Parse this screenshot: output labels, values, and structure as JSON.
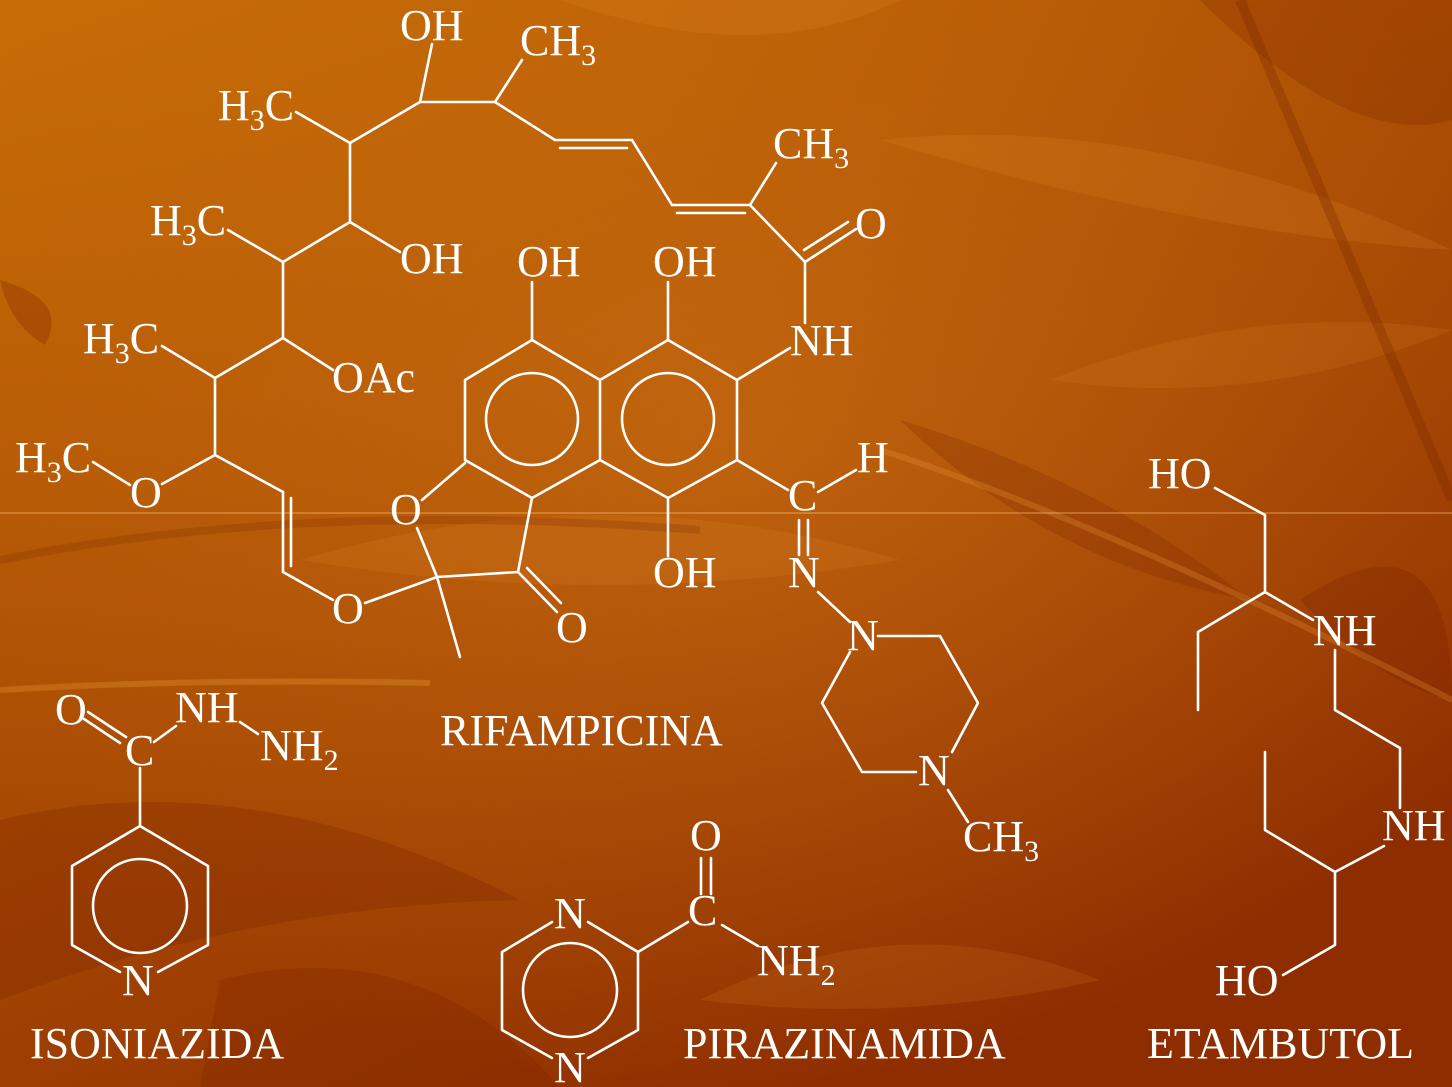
{
  "colors": {
    "background_light": "#c86d06",
    "background_dark": "#8e2d00",
    "ink": "#ffffff"
  },
  "rifampicina": {
    "name": "RIFAMPICINA",
    "oh_top": "OH",
    "ch3_top": {
      "pre": "CH",
      "sub": "3"
    },
    "h3c_upper": {
      "pre": "H",
      "sub": "3",
      "post": "C"
    },
    "ch3_diene": {
      "pre": "CH",
      "sub": "3"
    },
    "h3c_middle": {
      "pre": "H",
      "sub": "3",
      "post": "C"
    },
    "o_amide": "O",
    "oh_chain": "OH",
    "oh_ring_left": "OH",
    "oh_ring_right": "OH",
    "h3c_lower": {
      "pre": "H",
      "sub": "3",
      "post": "C"
    },
    "nh_amide": "NH",
    "oac": "OAc",
    "h3c_methoxy": {
      "pre": "H",
      "sub": "3",
      "post": "C"
    },
    "o_methoxy": "O",
    "h_imine": "H",
    "o_furan": "O",
    "c_imine": "C",
    "oh_ring_bottom": "OH",
    "n_imine": "N",
    "o_ether": "O",
    "o_ketone": "O",
    "n_piperazine_top": "N",
    "n_piperazine_bottom": "N",
    "ch3_piperazine": {
      "pre": "CH",
      "sub": "3"
    }
  },
  "isoniazida": {
    "name": "ISONIAZIDA",
    "o_carbonyl": "O",
    "nh": "NH",
    "nh2": {
      "pre": "NH",
      "sub": "2"
    },
    "c_carbonyl": "C",
    "n_ring": "N"
  },
  "pirazinamida": {
    "name": "PIRAZINAMIDA",
    "o_carbonyl": "O",
    "c_carbonyl": "C",
    "nh2": {
      "pre": "NH",
      "sub": "2"
    },
    "n_ring_top": "N",
    "n_ring_bottom": "N"
  },
  "etambutol": {
    "name": "ETAMBUTOL",
    "ho_top": "HO",
    "nh_upper": "NH",
    "nh_lower": "NH",
    "ho_bottom": "HO"
  }
}
